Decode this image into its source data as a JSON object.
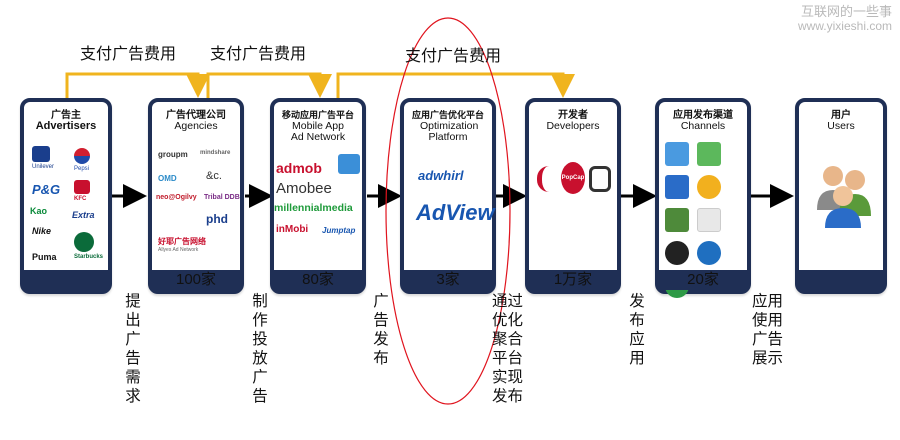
{
  "watermark": {
    "line1": "互联网的一些事",
    "line2": "www.yixieshi.com"
  },
  "pay_labels": [
    "支付广告费用",
    "支付广告费用",
    "支付广告费用"
  ],
  "nodes": [
    {
      "cn": "广告主",
      "en": "Advertisers",
      "count": "",
      "logos": [
        "Unilever",
        "Pepsi",
        "P&G",
        "KFC",
        "Kao",
        "Extra",
        "Nike",
        "Starbucks",
        "Puma"
      ]
    },
    {
      "cn": "广告代理公司",
      "en": "Agencies",
      "count": "100家",
      "logos": [
        "groupm",
        "mindshare",
        "OMD",
        "&c.",
        "neo@Ogilvy",
        "Tribal DDB",
        "phd",
        "好耶广告网络",
        "Allyes Ad Network"
      ]
    },
    {
      "cn": "移动应用广告平台",
      "en": "Mobile App Ad Network",
      "count": "80家",
      "logos": [
        "admob",
        "Amobee",
        "millennialmedia",
        "inMobi",
        "Jumptap"
      ]
    },
    {
      "cn": "应用广告优化平台",
      "en": "Optimization Platform",
      "count": "3家",
      "logos": [
        "adwhirl",
        "AdView"
      ]
    },
    {
      "cn": "开发者",
      "en": "Developers",
      "count": "1万家",
      "logos": [
        "PopCap"
      ]
    },
    {
      "cn": "应用发布渠道",
      "en": "Channels",
      "count": "20家",
      "logos": []
    },
    {
      "cn": "用户",
      "en": "Users",
      "count": "",
      "logos": []
    }
  ],
  "step_labels": [
    "提出广告需求",
    "制作投放广告",
    "广告发布",
    "通过优化聚合平台实现发布",
    "发布应用",
    "应用使用广告展示"
  ],
  "colors": {
    "box_border": "#1f2f55",
    "payment_arrow": "#f0b41e",
    "flow_arrow": "#000000",
    "highlight": "#e0141e"
  }
}
